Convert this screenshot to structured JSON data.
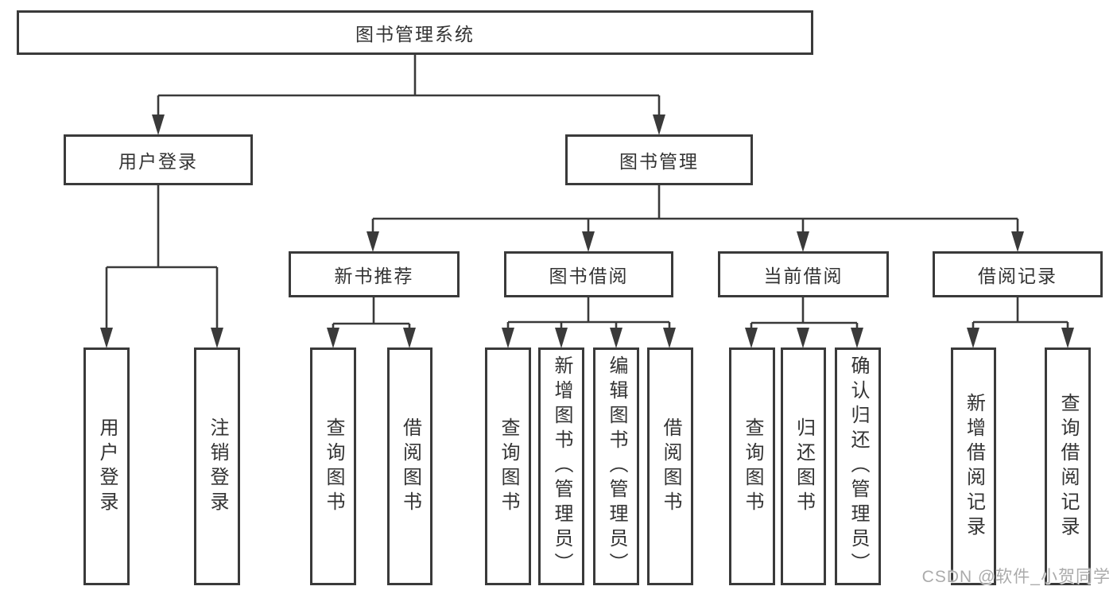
{
  "diagram": {
    "type": "hierarchy-tree",
    "tree": {
      "label": "图书管理系统",
      "children": [
        {
          "label": "用户登录",
          "children": [
            {
              "label": "用户登录"
            },
            {
              "label": "注销登录"
            }
          ]
        },
        {
          "label": "图书管理",
          "children": [
            {
              "label": "新书推荐",
              "children": [
                {
                  "label": "查询图书"
                },
                {
                  "label": "借阅图书"
                }
              ]
            },
            {
              "label": "图书借阅",
              "children": [
                {
                  "label": "查询图书"
                },
                {
                  "label": "新增图书（管理员）"
                },
                {
                  "label": "编辑图书（管理员）"
                },
                {
                  "label": "借阅图书"
                }
              ]
            },
            {
              "label": "当前借阅",
              "children": [
                {
                  "label": "查询图书"
                },
                {
                  "label": "归还图书"
                },
                {
                  "label": "确认归还（管理员）"
                }
              ]
            },
            {
              "label": "借阅记录",
              "children": [
                {
                  "label": "新增借阅记录"
                },
                {
                  "label": "查询借阅记录"
                }
              ]
            }
          ]
        }
      ]
    },
    "colors": {
      "line": "#3a3a3a",
      "text": "#333333",
      "box_background": "#ffffff"
    }
  },
  "watermark": {
    "text": "CSDN @软件_小贺同学",
    "color": "#ababab"
  }
}
